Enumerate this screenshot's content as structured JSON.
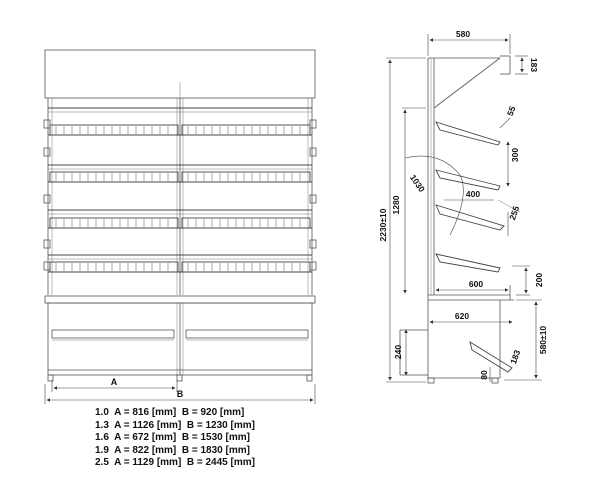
{
  "front_view": {
    "dim_a_label": "A",
    "dim_b_label": "B"
  },
  "side_view": {
    "dims": {
      "top_depth": "580",
      "canopy_height": "183",
      "shelf_lip": "55",
      "shelf_spacing": "300",
      "shelf_reach": "1030",
      "shelf_depth": "400",
      "shelf_height": "255",
      "upper_height": "1280",
      "total_height": "2230±10",
      "base_depth": "600",
      "base_height": "200",
      "lower_depth": "620",
      "lower_height": "580±10",
      "bottom_height": "240",
      "bottom_tray": "183",
      "foot_height": "80"
    }
  },
  "spec_table": [
    {
      "model": "1.0",
      "a": "816",
      "b": "920",
      "unit": "[mm]"
    },
    {
      "model": "1.3",
      "a": "1126",
      "b": "1230",
      "unit": "[mm]"
    },
    {
      "model": "1.6",
      "a": "672",
      "b": "1530",
      "unit": "[mm]"
    },
    {
      "model": "1.9",
      "a": "822",
      "b": "1830",
      "unit": "[mm]"
    },
    {
      "model": "2.5",
      "a": "1129",
      "b": "2445",
      "unit": "[mm]"
    }
  ]
}
